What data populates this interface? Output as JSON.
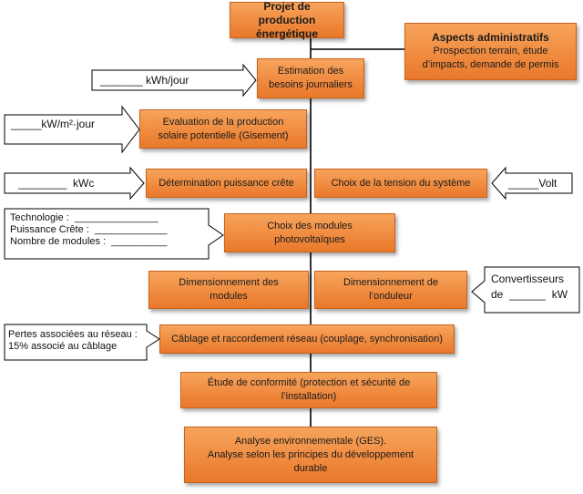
{
  "boxes": {
    "projet": {
      "line1": "Projet de production",
      "line2": "énergétique"
    },
    "admin": {
      "title": "Aspects administratifs",
      "line1": "Prospection terrain, étude",
      "line2": "d’impacts, demande de permis"
    },
    "estimation": {
      "line1": "Estimation des",
      "line2": "besoins journaliers"
    },
    "evaluation": {
      "line1": "Evaluation de la production",
      "line2": "solaire potentielle (Gisement)"
    },
    "puissance": {
      "line1": "Détermination puissance crête"
    },
    "tension": {
      "line1": "Choix de la tension du système"
    },
    "modules": {
      "line1": "Choix des modules",
      "line2": "photovoltaïques"
    },
    "dim_modules": {
      "line1": "Dimensionnement des",
      "line2": "modules"
    },
    "dim_onduleur": {
      "line1": "Dimensionnement de",
      "line2": "l’onduleur"
    },
    "cablage": {
      "line1": "Câblage et raccordement réseau (couplage, synchronisation)"
    },
    "conformite": {
      "line1": "Étude de conformité (protection et sécurité de",
      "line2": "l’installation)"
    },
    "environnement": {
      "line1": "Analyse environnementale (GES).",
      "line2": "Analyse selon les principes du développement",
      "line3": "durable"
    }
  },
  "callouts": {
    "kwh": {
      "text": "_______ kWh/jour"
    },
    "kwm2": {
      "text": "_____kW/m²·jour"
    },
    "kwc": {
      "text": "________  kWc"
    },
    "volt": {
      "text": "_____Volt"
    },
    "modules_info": {
      "line1": "Technologie :  _______________",
      "line2": "Puissance Crête :  _____________",
      "line3": "Nombre de modules :  __________"
    },
    "convertisseurs": {
      "line1": "Convertisseurs",
      "line2": "de  ______  kW"
    },
    "pertes": {
      "line1": "Pertes associées au réseau :",
      "line2": "15% associé au câblage"
    }
  }
}
